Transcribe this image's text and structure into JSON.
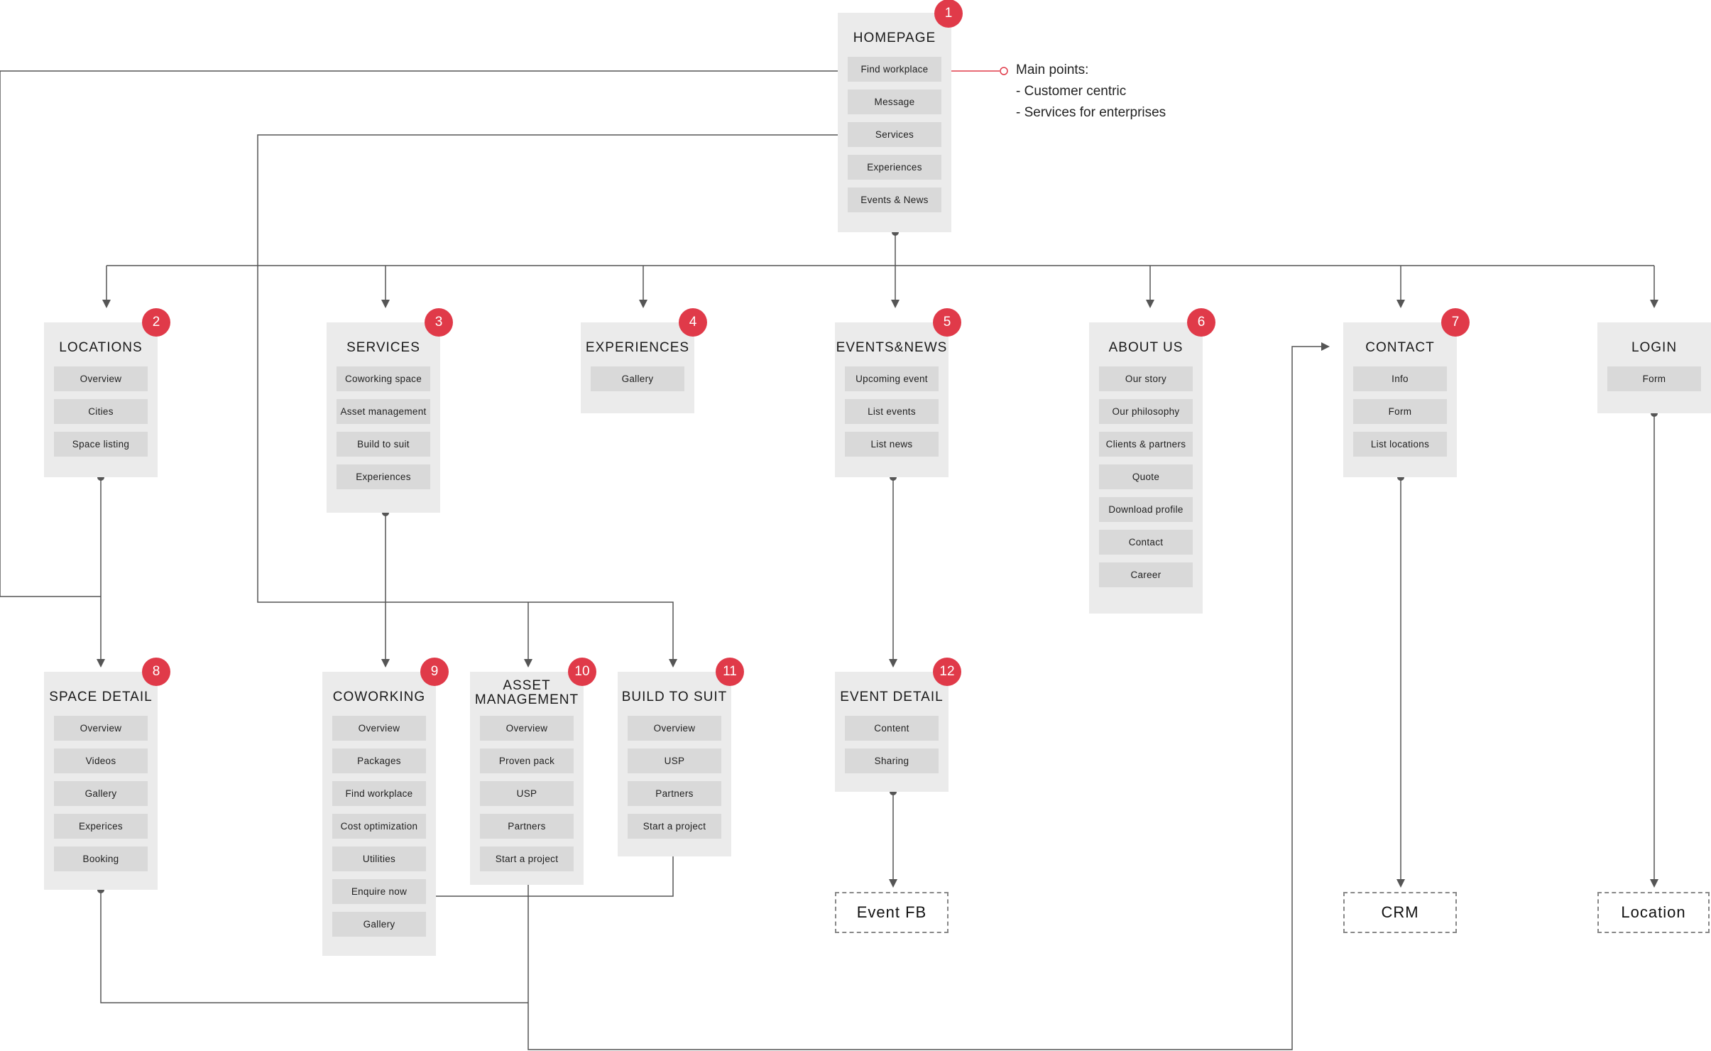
{
  "note": {
    "heading": "Main points:",
    "points": [
      "- Customer centric",
      "- Services for enterprises"
    ]
  },
  "colors": {
    "badge": "#e03a49",
    "card": "#ebebeb",
    "item": "#d9d9d9",
    "line": "#555555",
    "accent_line": "#e03a49"
  },
  "cards": {
    "homepage": {
      "badge": "1",
      "title": "HOMEPAGE",
      "items": [
        "Find workplace",
        "Message",
        "Services",
        "Experiences",
        "Events & News"
      ]
    },
    "locations": {
      "badge": "2",
      "title": "LOCATIONS",
      "items": [
        "Overview",
        "Cities",
        "Space listing"
      ]
    },
    "services": {
      "badge": "3",
      "title": "SERVICES",
      "items": [
        "Coworking space",
        "Asset management",
        "Build to suit",
        "Experiences"
      ]
    },
    "experiences": {
      "badge": "4",
      "title": "EXPERIENCES",
      "items": [
        "Gallery"
      ]
    },
    "events": {
      "badge": "5",
      "title": "EVENTS&NEWS",
      "items": [
        "Upcoming event",
        "List events",
        "List news"
      ]
    },
    "about": {
      "badge": "6",
      "title": "ABOUT US",
      "items": [
        "Our story",
        "Our philosophy",
        "Clients & partners",
        "Quote",
        "Download profile",
        "Contact",
        "Career"
      ]
    },
    "contact": {
      "badge": "7",
      "title": "CONTACT",
      "items": [
        "Info",
        "Form",
        "List locations"
      ]
    },
    "login": {
      "badge": "",
      "title": "LOGIN",
      "items": [
        "Form"
      ]
    },
    "space": {
      "badge": "8",
      "title": "SPACE DETAIL",
      "items": [
        "Overview",
        "Videos",
        "Gallery",
        "Experices",
        "Booking"
      ]
    },
    "coworking": {
      "badge": "9",
      "title": "COWORKING",
      "items": [
        "Overview",
        "Packages",
        "Find workplace",
        "Cost optimization",
        "Utilities",
        "Enquire now",
        "Gallery"
      ]
    },
    "asset": {
      "badge": "10",
      "title": "ASSET MANAGEMENT",
      "title_lines": [
        "ASSET",
        "MANAGEMENT"
      ],
      "items": [
        "Overview",
        "Proven pack",
        "USP",
        "Partners",
        "Start a project"
      ]
    },
    "build": {
      "badge": "11",
      "title": "BUILD TO SUIT",
      "items": [
        "Overview",
        "USP",
        "Partners",
        "Start a project"
      ]
    },
    "eventdetail": {
      "badge": "12",
      "title": "EVENT DETAIL",
      "items": [
        "Content",
        "Sharing"
      ]
    }
  },
  "externals": {
    "eventfb": "Event FB",
    "crm": "CRM",
    "location": "Location"
  }
}
